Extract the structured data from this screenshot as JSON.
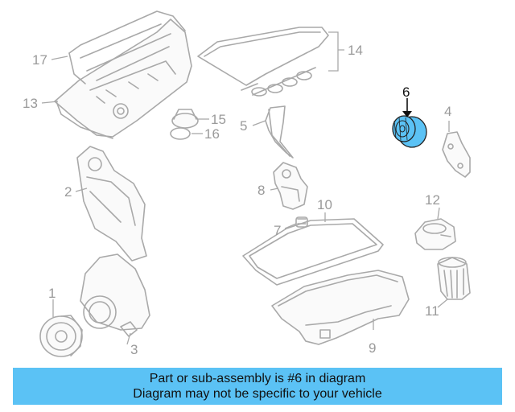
{
  "diagram": {
    "highlight_color": "#5bc2f5",
    "line_color": "#a9a9a9",
    "highlighted_part": "6",
    "callouts": [
      "1",
      "2",
      "3",
      "4",
      "5",
      "6",
      "7",
      "8",
      "9",
      "10",
      "11",
      "12",
      "13",
      "14",
      "15",
      "16",
      "17"
    ]
  },
  "banner": {
    "line1": "Part or sub-assembly is #6 in diagram",
    "line2": "Diagram may not be specific to your vehicle",
    "color": "#5bc2f5"
  }
}
